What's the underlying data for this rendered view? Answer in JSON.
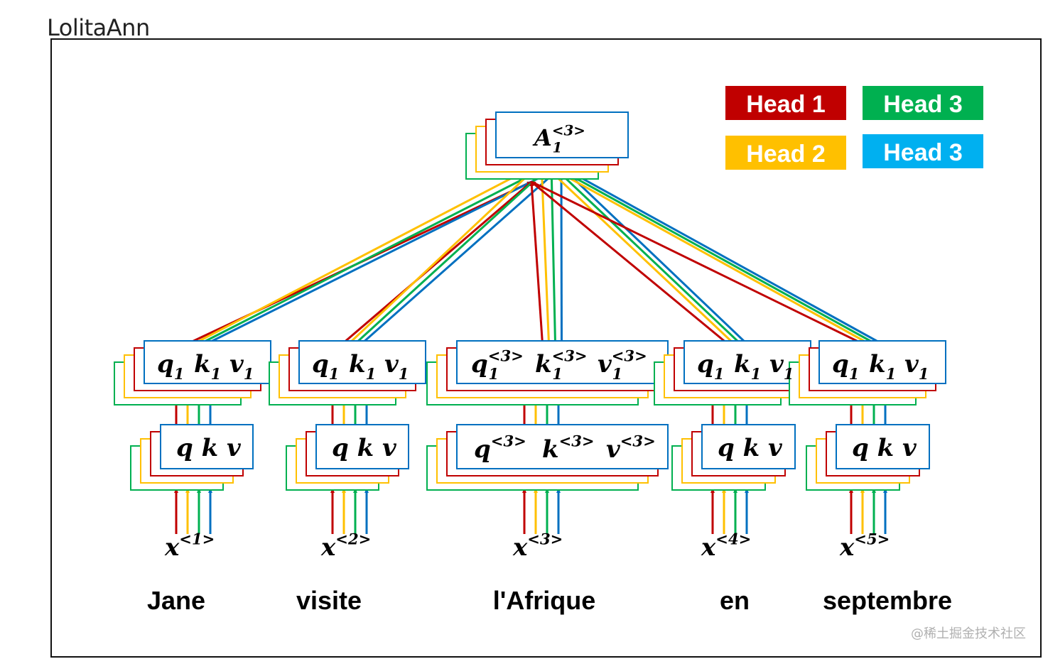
{
  "author": "LolitaAnn",
  "watermark": "@稀土掘金技术社区",
  "head_colors": [
    "#C00000",
    "#FFC000",
    "#00B050",
    "#0070C0"
  ],
  "legend": [
    {
      "label": "Head 1",
      "color": "#C00000"
    },
    {
      "label": "Head 2",
      "color": "#FFC000"
    },
    {
      "label": "Head 3",
      "color": "#00B050"
    },
    {
      "label": "Head 3",
      "color": "#00B0F0"
    }
  ],
  "output": {
    "base": "A",
    "sub": "1",
    "sup": "<3>"
  },
  "columns": [
    {
      "word": "Jane",
      "x_sup": "<1>"
    },
    {
      "word": "visite",
      "x_sup": "<2>"
    },
    {
      "word": "l'Afrique",
      "x_sup": "<3>"
    },
    {
      "word": "en",
      "x_sup": "<4>"
    },
    {
      "word": "septembre",
      "x_sup": "<5>"
    }
  ],
  "qkv_plain": [
    "q",
    "k",
    "v"
  ],
  "qkv_head": [
    "q",
    "k",
    "v"
  ],
  "head_sub": "1",
  "center_sup": "<3>"
}
